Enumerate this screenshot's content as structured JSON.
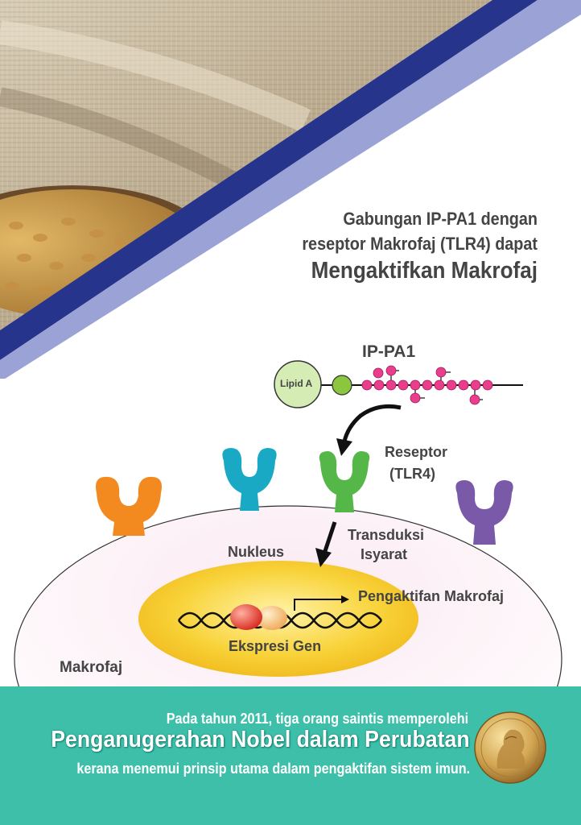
{
  "headline": {
    "line1": "Gabungan IP-PA1 dengan",
    "line2": "reseptor Makrofaj (TLR4) dapat",
    "line3": "Mengaktifkan Makrofaj"
  },
  "diagram": {
    "ip_pa1": "IP-PA1",
    "lipid_a": "Lipid A",
    "receptor_line1": "Reseptor",
    "receptor_line2": "(TLR4)",
    "transduction_line1": "Transduksi",
    "transduction_line2": "Isyarat",
    "nucleus": "Nukleus",
    "activation": "Pengaktifan Makrofaj",
    "gene_expression": "Ekspresi Gen",
    "macrophage": "Makrofaj"
  },
  "colors": {
    "navy_stripe": "#27348b",
    "lavender_stripe": "#9ba3d6",
    "cell_fill": "#f8e4ef",
    "nucleus_fill": "#f6c51f",
    "receptor_orange": "#f28a1f",
    "receptor_blue": "#1aa9c5",
    "receptor_green": "#55b748",
    "receptor_purple": "#7a5aa8",
    "footer_teal": "#3dbfa9",
    "bead_pink": "#e83e8c"
  },
  "footer": {
    "line1": "Pada tahun 2011, tiga orang saintis memperolehi",
    "line2": "Penganugerahan Nobel dalam Perubatan",
    "line3": "kerana menemui prinsip utama dalam pengaktifan sistem imun."
  },
  "icons": {
    "medal": "nobel-medal-icon",
    "photo": "grain-sack-photo"
  }
}
